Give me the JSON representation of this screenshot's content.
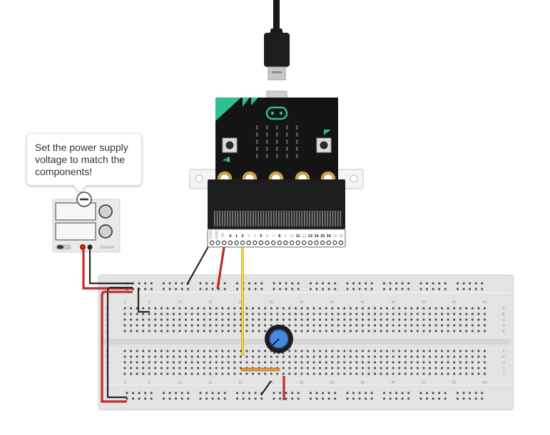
{
  "tooltip": {
    "text": "Set the power supply voltage to match the components!"
  },
  "microbit": {
    "pin_labels": [
      "GND",
      "GND",
      "3V",
      "0",
      "1",
      "2",
      "3",
      "4",
      "5",
      "6",
      "7",
      "8",
      "9",
      "10",
      "11",
      "12",
      "13",
      "14",
      "15",
      "16",
      "19",
      "20"
    ],
    "bold_pins": [
      "0",
      "1",
      "2",
      "5",
      "8",
      "11",
      "13",
      "14",
      "15",
      "16"
    ],
    "button_a": "A",
    "button_b": "B",
    "brand_color": "#2ec08d"
  },
  "breadboard": {
    "column_numbers": [
      "1",
      "5",
      "10",
      "15",
      "20",
      "25",
      "30",
      "35",
      "40",
      "45",
      "50",
      "55",
      "60"
    ],
    "row_letters_top": [
      "A",
      "B",
      "C",
      "D",
      "E"
    ],
    "row_letters_bottom": [
      "F",
      "G",
      "H",
      "I",
      "J"
    ]
  },
  "wires": {
    "black": "#262626",
    "red": "#e02424",
    "yellow": "#f5d432"
  },
  "icons": {
    "power_supply": "power-supply-icon",
    "potentiometer": "potentiometer-icon",
    "resistor": "resistor-icon",
    "usb_cable": "usb-cable-icon"
  }
}
